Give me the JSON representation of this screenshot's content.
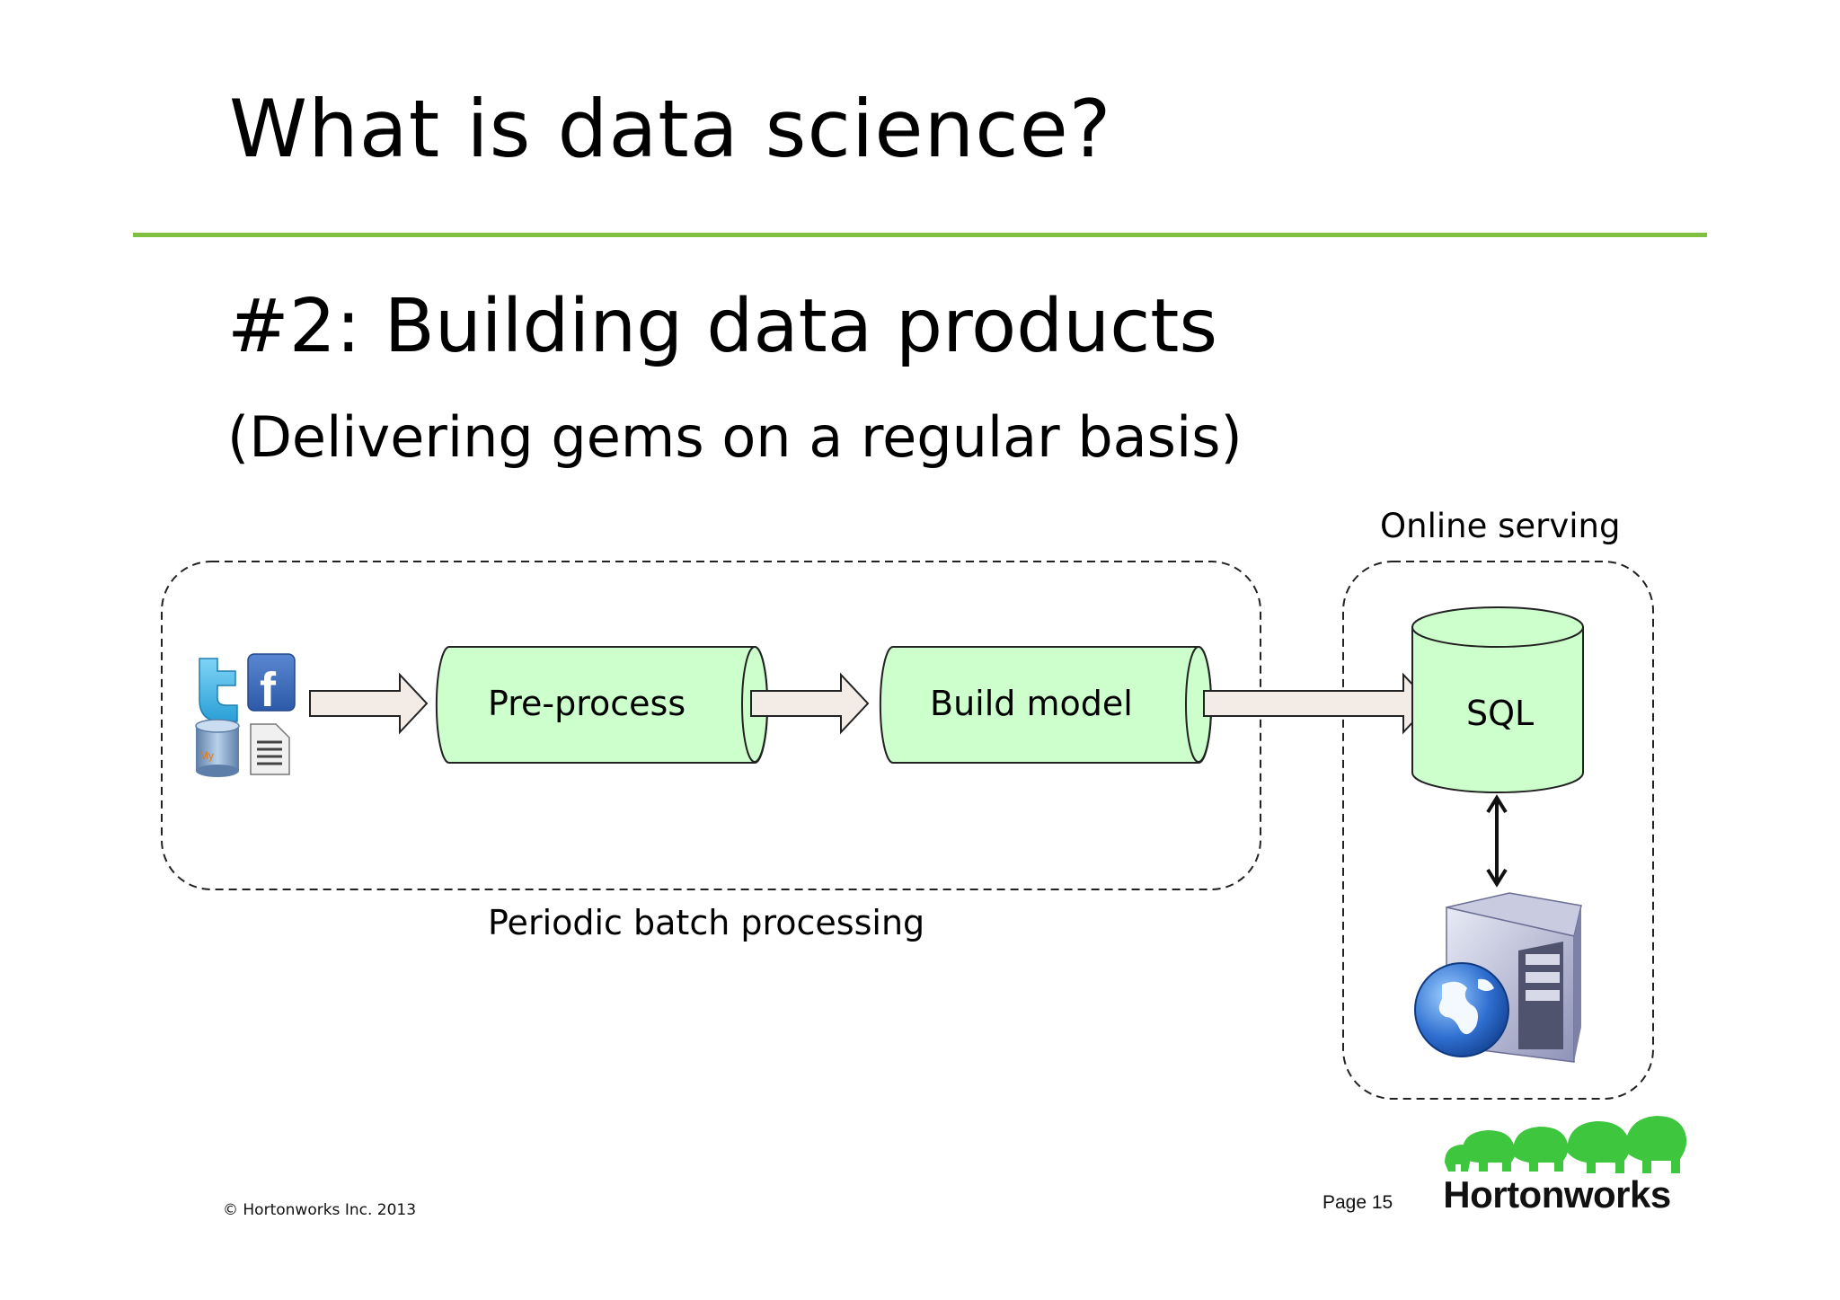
{
  "slide": {
    "title": "What is data science?",
    "heading": "#2: Building data products",
    "subheading": "(Delivering gems on a regular basis)"
  },
  "diagram": {
    "batch_group_label": "Periodic batch processing",
    "online_group_label": "Online serving",
    "preprocess_label": "Pre-process",
    "build_model_label": "Build model",
    "sql_label": "SQL",
    "sources_icons": [
      "twitter-icon",
      "facebook-icon",
      "mysql-database-icon",
      "document-icon"
    ],
    "server_icon": "web-server-icon"
  },
  "footer": {
    "copyright": "© Hortonworks Inc. 2013",
    "page": "Page 15",
    "logo_text": "Hortonworks"
  },
  "colors": {
    "accent_rule": "#7dc13e",
    "pipe_fill": "#ccffcc",
    "arrow_fill": "#f2ebe6",
    "logo_green": "#3ec63e"
  }
}
